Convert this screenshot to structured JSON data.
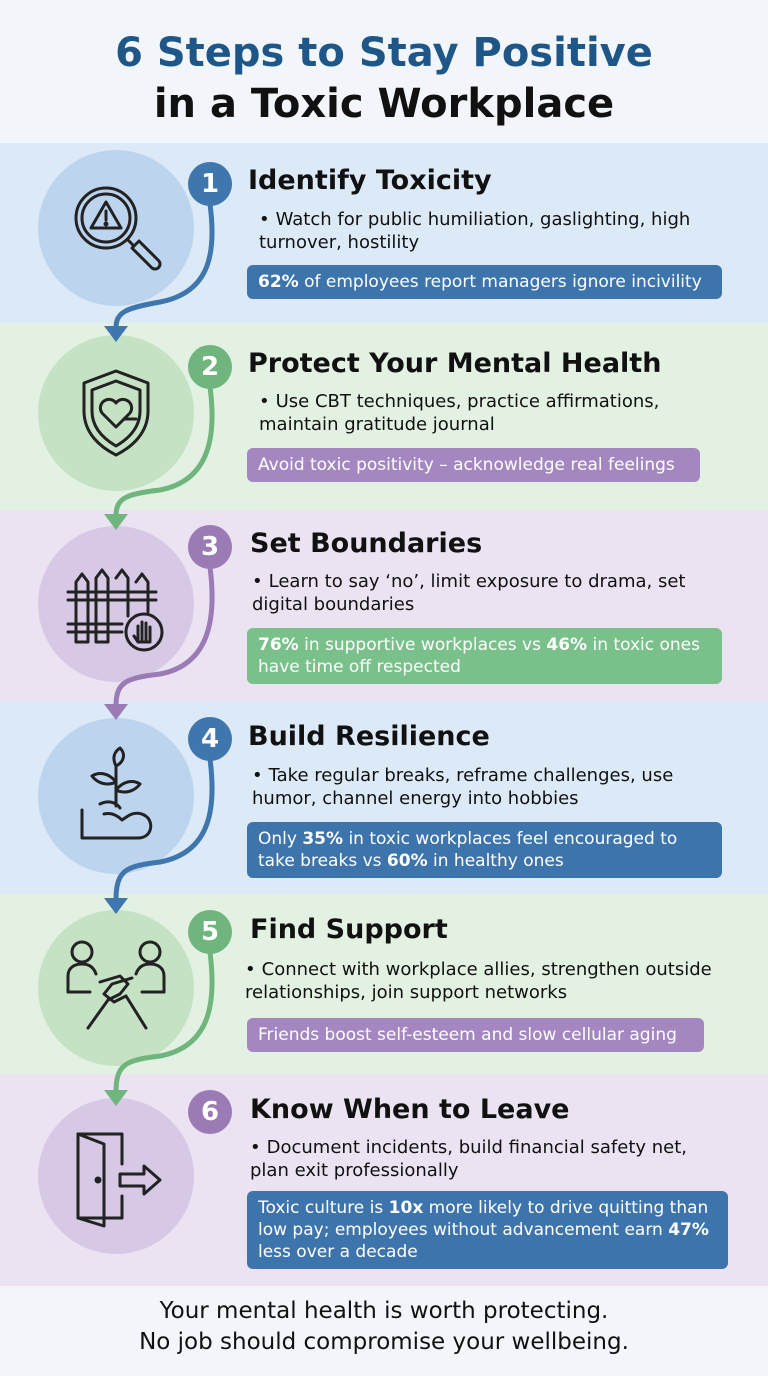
{
  "title": {
    "line1": "6 Steps to Stay Positive",
    "line2": "in a Toxic Workplace"
  },
  "colors": {
    "blue": "#3e76ad",
    "green": "#6fb57d",
    "purple": "#9a7bb6"
  },
  "steps": [
    {
      "number": "1",
      "title": "Identify Toxicity",
      "icon": "warning-magnifier-icon",
      "bullet": "Watch for public humiliation, gaslighting, high turnover, hostility",
      "stat": {
        "pre": "",
        "b1": "62%",
        "mid": " of employees report managers ignore incivility",
        "b2": "",
        "post": ""
      }
    },
    {
      "number": "2",
      "title": "Protect Your Mental Health",
      "icon": "shield-heart-icon",
      "bullet": "Use CBT techniques, practice affirmations, maintain gratitude journal",
      "stat": {
        "pre": "",
        "b1": "",
        "mid": "Avoid toxic positivity – acknowledge real feelings",
        "b2": "",
        "post": ""
      }
    },
    {
      "number": "3",
      "title": "Set Boundaries",
      "icon": "fence-hand-icon",
      "bullet": "Learn to say ‘no’, limit exposure to drama, set digital boundaries",
      "stat": {
        "pre": "",
        "b1": "76%",
        "mid": " in supportive workplaces vs ",
        "b2": "46%",
        "post": " in toxic ones have time off respected"
      }
    },
    {
      "number": "4",
      "title": "Build Resilience",
      "icon": "plant-arm-icon",
      "bullet": "Take regular breaks, reframe challenges, use humor, channel energy into hobbies",
      "stat": {
        "pre": "Only ",
        "b1": "35%",
        "mid": " in toxic workplaces feel encouraged to take breaks vs ",
        "b2": "60%",
        "post": " in healthy ones"
      }
    },
    {
      "number": "5",
      "title": "Find Support",
      "icon": "handshake-people-icon",
      "bullet": "Connect with workplace allies, strengthen outside relationships, join support networks",
      "stat": {
        "pre": "",
        "b1": "",
        "mid": "Friends boost self-esteem and slow cellular aging",
        "b2": "",
        "post": ""
      }
    },
    {
      "number": "6",
      "title": "Know When to Leave",
      "icon": "exit-door-icon",
      "bullet": "Document incidents, build financial safety net, plan exit professionally",
      "stat": {
        "pre": "Toxic culture is ",
        "b1": "10x",
        "mid": " more likely to drive quitting than low pay; employees without advancement earn ",
        "b2": "47%",
        "post": " less over a decade"
      }
    }
  ],
  "footer": {
    "line1": "Your mental health is worth protecting.",
    "line2": "No job should compromise your wellbeing."
  }
}
